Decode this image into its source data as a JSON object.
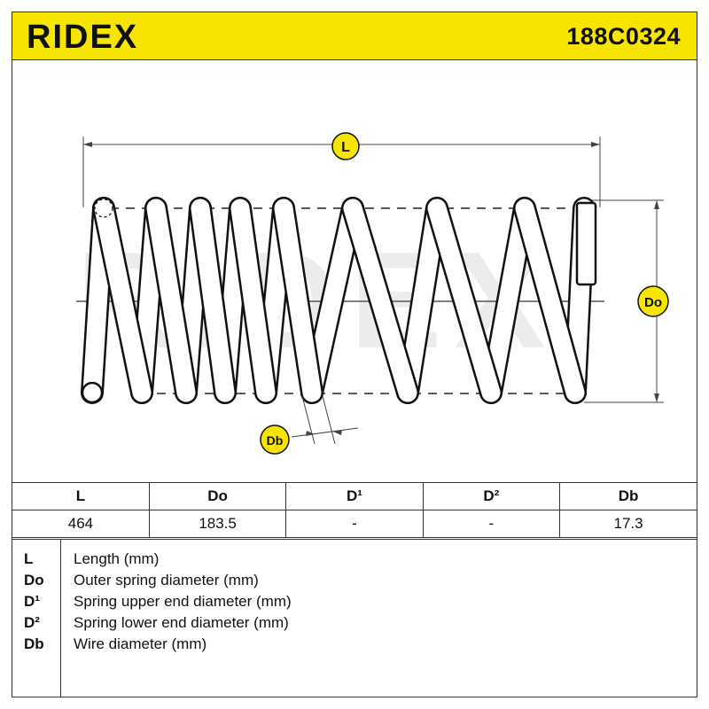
{
  "header": {
    "brand": "RIDEX",
    "part_number": "188C0324",
    "accent_color": "#f6e500"
  },
  "diagram": {
    "watermark": "RIDEX",
    "labels": {
      "length": "L",
      "outer_diameter": "Do",
      "wire_diameter": "Db"
    }
  },
  "spec_table": {
    "headers": [
      "L",
      "Do",
      "D¹",
      "D²",
      "Db"
    ],
    "values": [
      "464",
      "183.5",
      "-",
      "-",
      "17.3"
    ]
  },
  "legend": [
    {
      "key": "L",
      "desc": "Length (mm)"
    },
    {
      "key": "Do",
      "desc": "Outer spring diameter (mm)"
    },
    {
      "key": "D¹",
      "desc": "Spring upper end diameter (mm)"
    },
    {
      "key": "D²",
      "desc": "Spring lower end diameter (mm)"
    },
    {
      "key": "Db",
      "desc": "Wire diameter (mm)"
    }
  ]
}
